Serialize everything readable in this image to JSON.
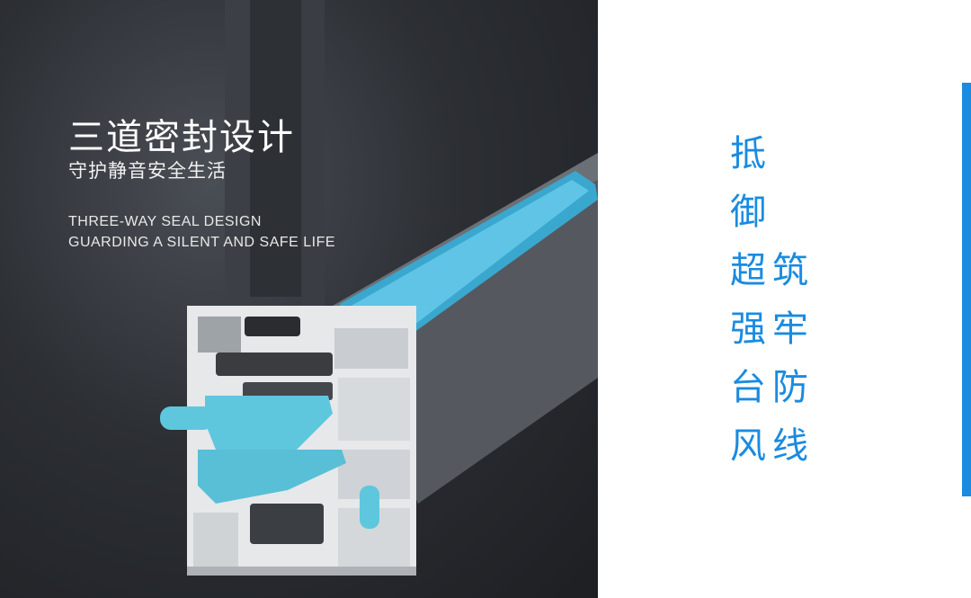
{
  "hero": {
    "title_cn": "三道密封设计",
    "subtitle_cn": "守护静音安全生活",
    "title_en_line1": "THREE-WAY SEAL DESIGN",
    "title_en_line2": "GUARDING A SILENT AND SAFE LIFE"
  },
  "slogan": {
    "left_column": [
      "抵",
      "御",
      "超",
      "强",
      "台",
      "风"
    ],
    "right_column": [
      "筑",
      "牢",
      "防",
      "线"
    ]
  },
  "colors": {
    "accent": "#1a8be0",
    "seal_blue": "#5ec7de",
    "hero_bg": "#2c2f34"
  }
}
